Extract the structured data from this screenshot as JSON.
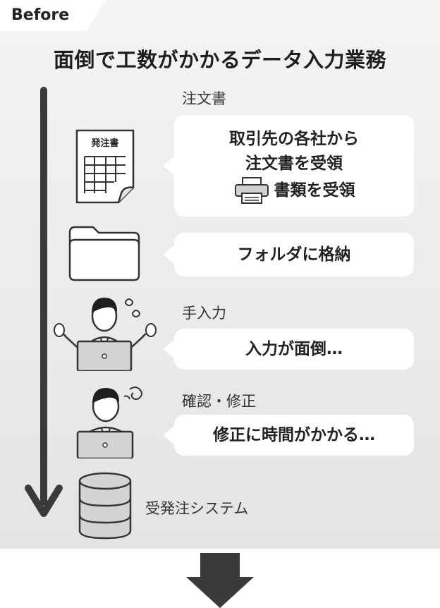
{
  "tab": {
    "label": "Before"
  },
  "heading": "面倒で工数がかかるデータ入力業務",
  "steps": {
    "order": {
      "label": "注文書",
      "doc_title": "発注書"
    },
    "receive": {
      "line1": "取引先の各社から",
      "line2": "注文書を受領",
      "line3": "書類を受領"
    },
    "store": {
      "text": "フォルダに格納"
    },
    "manual": {
      "label": "手入力",
      "text": "入力が面倒…"
    },
    "check": {
      "label": "確認・修正",
      "text": "修正に時間がかかる…"
    },
    "system": {
      "label": "受発注システム"
    }
  },
  "icons": [
    "document-icon",
    "printer-icon",
    "folder-icon",
    "stressed-person-icon",
    "dizzy-person-icon",
    "database-icon",
    "down-arrow-icon"
  ],
  "colors": {
    "panel": "#eeeeee",
    "arrow": "#3a3a3a",
    "icon_fill": "#d4d4d4"
  }
}
